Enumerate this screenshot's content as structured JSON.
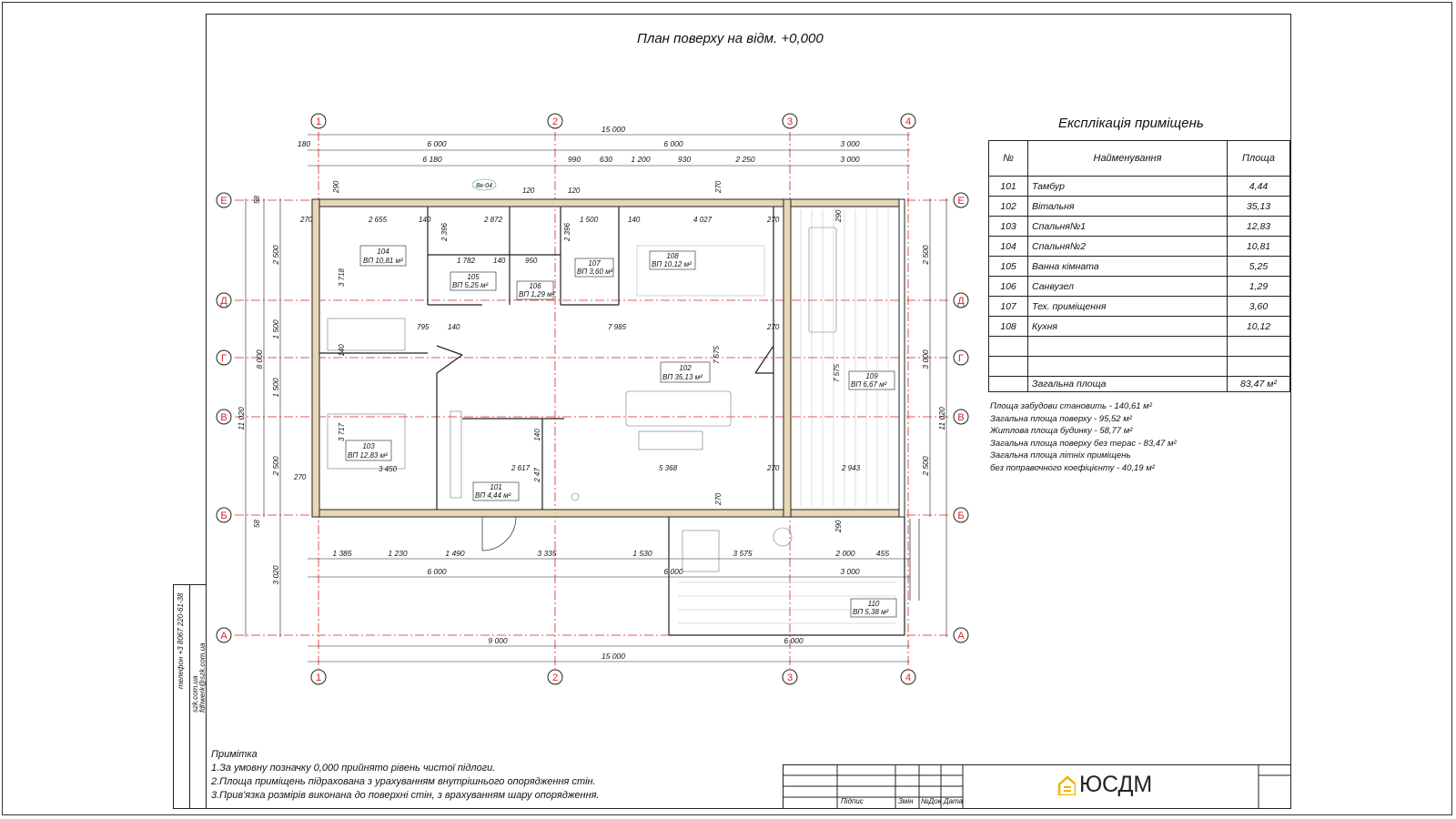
{
  "title": "План поверху на відм. +0,000",
  "side_info": {
    "phone": "телефон +3 8067 220-61-38",
    "site": "szk.com.ua",
    "email": "fdhwerk@szk.com.ua"
  },
  "explication": {
    "title": "Експлікація приміщень",
    "headers": [
      "№",
      "Найменування",
      "Площа"
    ],
    "rows": [
      {
        "num": "101",
        "name": "Тамбур",
        "area": "4,44"
      },
      {
        "num": "102",
        "name": "Вітальня",
        "area": "35,13"
      },
      {
        "num": "103",
        "name": "Спальня№1",
        "area": "12,83"
      },
      {
        "num": "104",
        "name": "Спальня№2",
        "area": "10,81"
      },
      {
        "num": "105",
        "name": "Ванна кімната",
        "area": "5,25"
      },
      {
        "num": "106",
        "name": "Санвузел",
        "area": "1,29"
      },
      {
        "num": "107",
        "name": "Тех. приміщення",
        "area": "3,60"
      },
      {
        "num": "108",
        "name": "Кухня",
        "area": "10,12"
      }
    ],
    "total_label": "Загальна площа",
    "total_value": "83,47 м²"
  },
  "stats": [
    "Площа забудови становить  - 140,61 м²",
    "Загальна площа  поверху  -  95,52 м²",
    "Житлова площа будинку   -  58,77 м²",
    "Загальна площа поверху без терас  -  83,47 м²",
    "Загальна площа літніх приміщень",
    "без поправочного коефіцієнту  -  40,19 м²"
  ],
  "notes": {
    "heading": "Примітка",
    "items": [
      "1.За умовну позначку  0,000  прийнято рівень чистої підлоги.",
      "2.Площа приміщень підрахована з урахуванням внутрішнього опорядження стін.",
      "3.Прив'язка розмірів виконана до поверхні  стін, з врахуванням шару опорядження."
    ]
  },
  "stamp": {
    "labels": [
      "Підпис",
      "Змін",
      "№Док",
      "Дата"
    ],
    "logo": "ЮСДМ"
  },
  "plan": {
    "axes_cols": [
      "1",
      "2",
      "3",
      "4"
    ],
    "axes_rows": [
      "Е",
      "Д",
      "Г",
      "В",
      "Б",
      "А"
    ],
    "dims_top1": [
      "6 000",
      "6 000",
      "3 000"
    ],
    "dims_top0": "15 000",
    "dims_top2": [
      "6 180",
      "990",
      "630",
      "1 200",
      "930",
      "2 250",
      "3 000"
    ],
    "dim_180": "180",
    "dims_bottom1": [
      "1 385",
      "1 230",
      "1 490",
      "3 335",
      "1 530",
      "3 575",
      "2 000",
      "455"
    ],
    "dims_bottom2": [
      "6 000",
      "6 000",
      "3 000"
    ],
    "dims_bottom3": [
      "9 000",
      "6 000"
    ],
    "dims_bottom4": "15 000",
    "dims_left": [
      "2 500",
      "1 500",
      "1 500",
      "2 500",
      "3 020"
    ],
    "dims_left_total": "8 000",
    "dims_left_big": "11 020",
    "dims_right": [
      "2 500",
      "3 000",
      "2 500"
    ],
    "dims_right_big": "11 020",
    "dims_small": [
      "58",
      "58",
      "290",
      "270",
      "120",
      "120",
      "270",
      "290",
      "270",
      "270",
      "270",
      "270",
      "270",
      "290"
    ],
    "wall_dims": [
      "2 655",
      "140",
      "2 872",
      "1 500",
      "140",
      "4 027",
      "2 396",
      "2 396",
      "1 782",
      "140",
      "950",
      "3 718",
      "795",
      "140",
      "7 985",
      "7 575",
      "7 575",
      "140",
      "3 717",
      "3 450",
      "2 617",
      "140",
      "2 47",
      "5 368",
      "2 943"
    ],
    "vent_label": "Вк-04",
    "rooms": [
      {
        "num": "104",
        "area": "ВП  10,81 м²"
      },
      {
        "num": "105",
        "area": "ВП  5,25 м²"
      },
      {
        "num": "106",
        "area": "ВП  1,29 м²"
      },
      {
        "num": "107",
        "area": "ВП  3,60 м²"
      },
      {
        "num": "108",
        "area": "ВП  10,12 м²"
      },
      {
        "num": "102",
        "area": "ВП  35,13 м²"
      },
      {
        "num": "109",
        "area": "ВП  6,67 м²"
      },
      {
        "num": "103",
        "area": "ВП  12,83 м²"
      },
      {
        "num": "101",
        "area": "ВП  4,44 м²"
      },
      {
        "num": "110",
        "area": "ВП  5,38 м²"
      }
    ]
  }
}
